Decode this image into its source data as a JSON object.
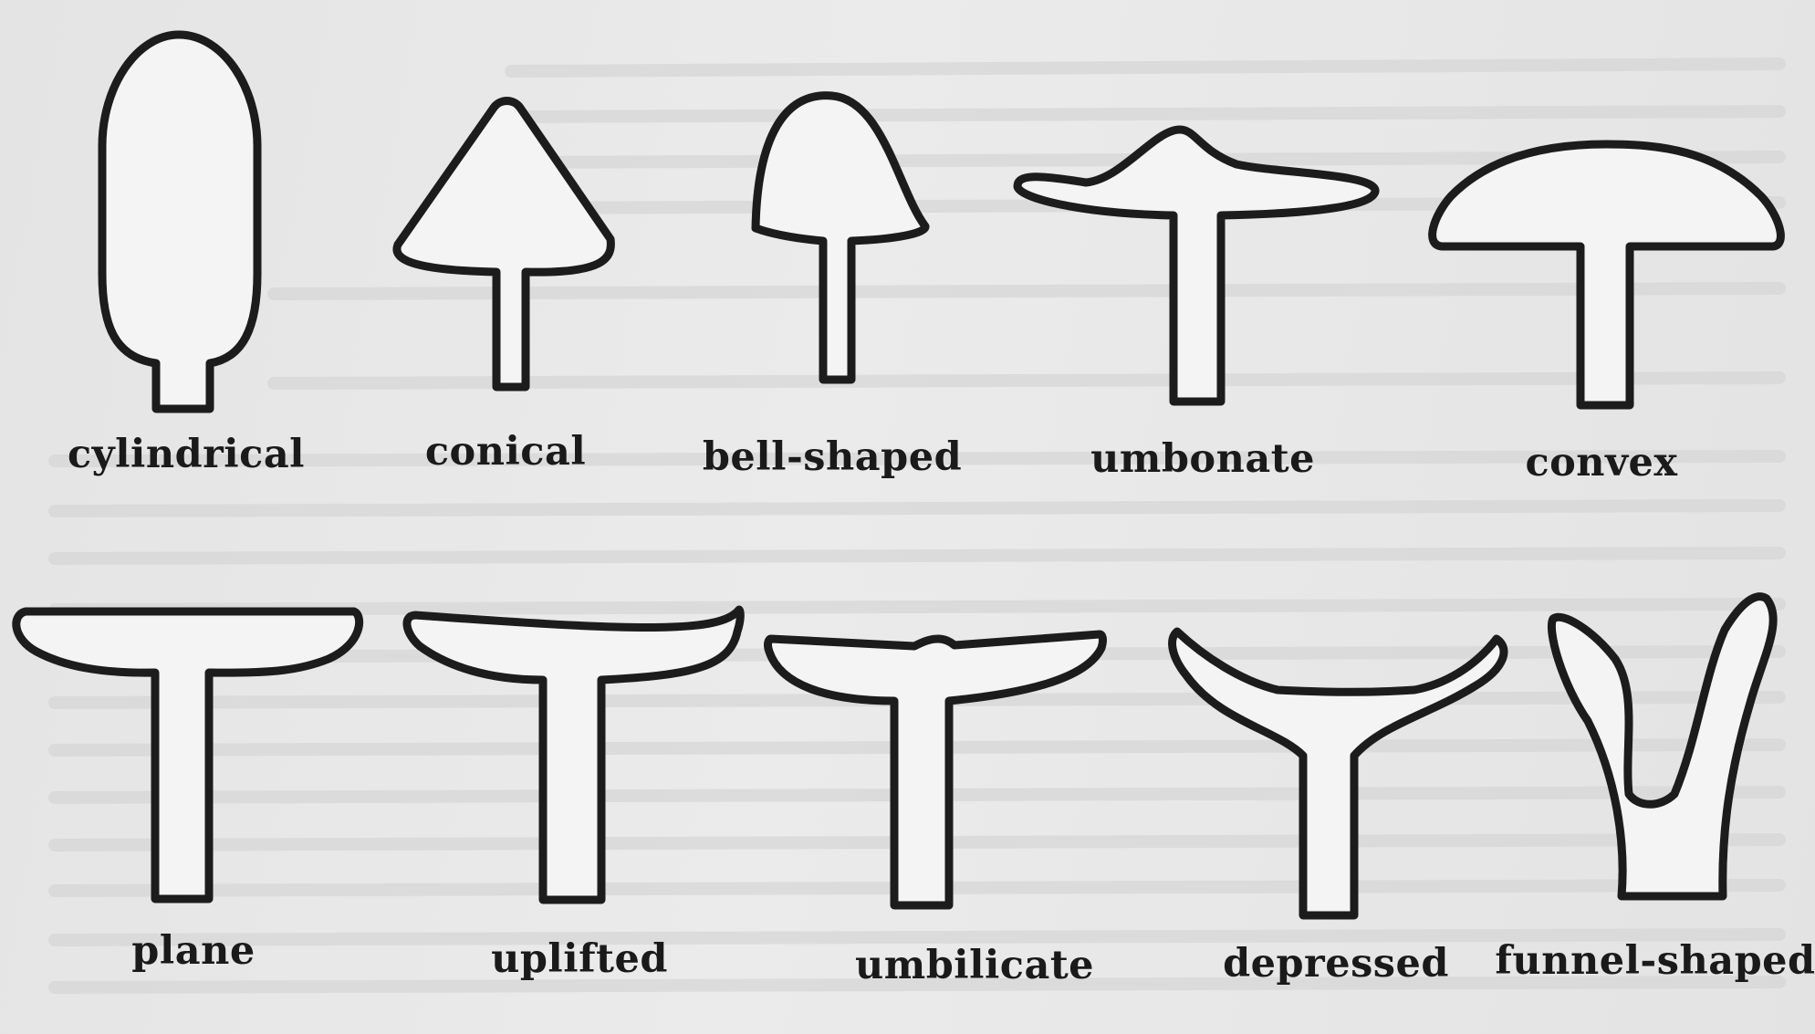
{
  "figure": {
    "title": "",
    "shapes": [
      {
        "id": "cylindrical",
        "label": "cylindrical"
      },
      {
        "id": "conical",
        "label": "conical"
      },
      {
        "id": "bell-shaped",
        "label": "bell-shaped"
      },
      {
        "id": "umbonate",
        "label": "umbonate"
      },
      {
        "id": "convex",
        "label": "convex"
      },
      {
        "id": "plane",
        "label": "plane"
      },
      {
        "id": "uplifted",
        "label": "uplifted"
      },
      {
        "id": "umbilicate",
        "label": "umbilicate"
      },
      {
        "id": "depressed",
        "label": "depressed"
      },
      {
        "id": "funnel-shaped",
        "label": "funnel-shaped"
      }
    ]
  },
  "colors": {
    "paper": "#e8e8e8",
    "outline": "#1c1c1c",
    "fill": "#f4f4f4",
    "text": "#1a1a1a"
  }
}
